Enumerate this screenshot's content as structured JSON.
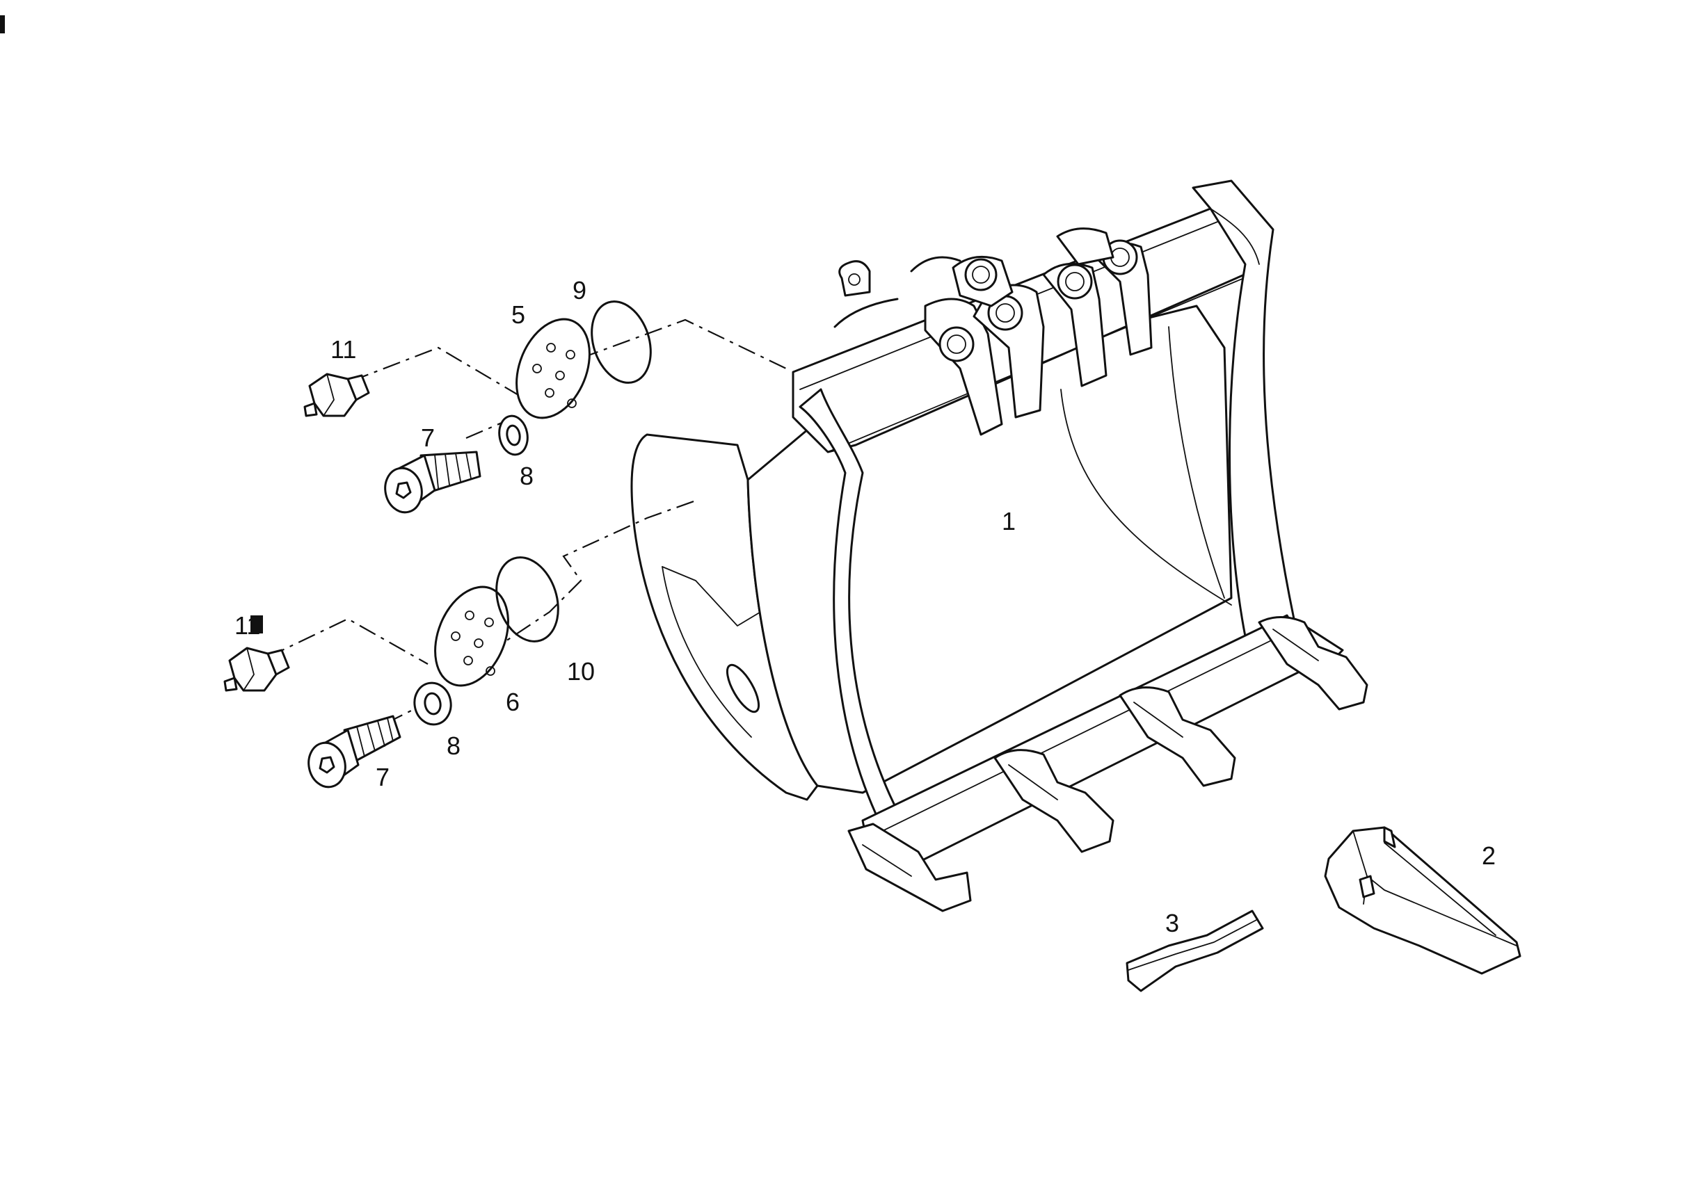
{
  "labels": {
    "bucket": "1",
    "tooth": "2",
    "retainer": "3",
    "upper_cover": "5",
    "lower_cover": "6",
    "upper_bolt": "7",
    "lower_bolt": "7",
    "upper_washer": "8",
    "lower_washer": "8",
    "upper_oring": "9",
    "lower_oring": "10",
    "upper_grease_nipple": "11",
    "lower_grease_nipple": "11"
  },
  "colors": {
    "line": "#111111",
    "paper": "#ffffff"
  }
}
